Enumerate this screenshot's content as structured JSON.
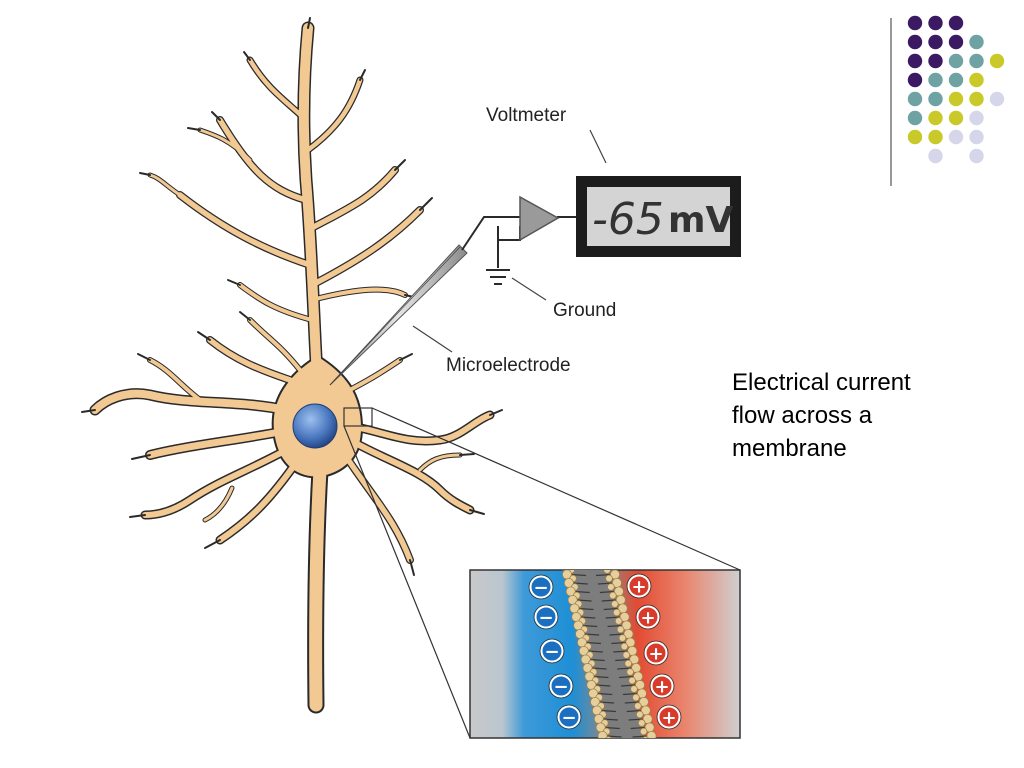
{
  "labels": {
    "voltmeter": "Voltmeter",
    "ground": "Ground",
    "microelectrode": "Microelectrode"
  },
  "readout": {
    "value": "-65",
    "unit": "mV"
  },
  "caption": "Electrical current\nflow across a\nmembrane",
  "inset": {
    "outside_charge_symbol": "−",
    "inside_charge_symbol": "+"
  },
  "colors": {
    "neuron": "#f2c992",
    "nucleus": "#4a78c0",
    "negative_side": "#1e8fd6",
    "positive_side": "#e34b32",
    "dot_purple": "#3c1a63",
    "dot_teal": "#6fa2a2",
    "dot_yellow": "#c9c92a",
    "dot_lavender": "#d5d6ea"
  }
}
